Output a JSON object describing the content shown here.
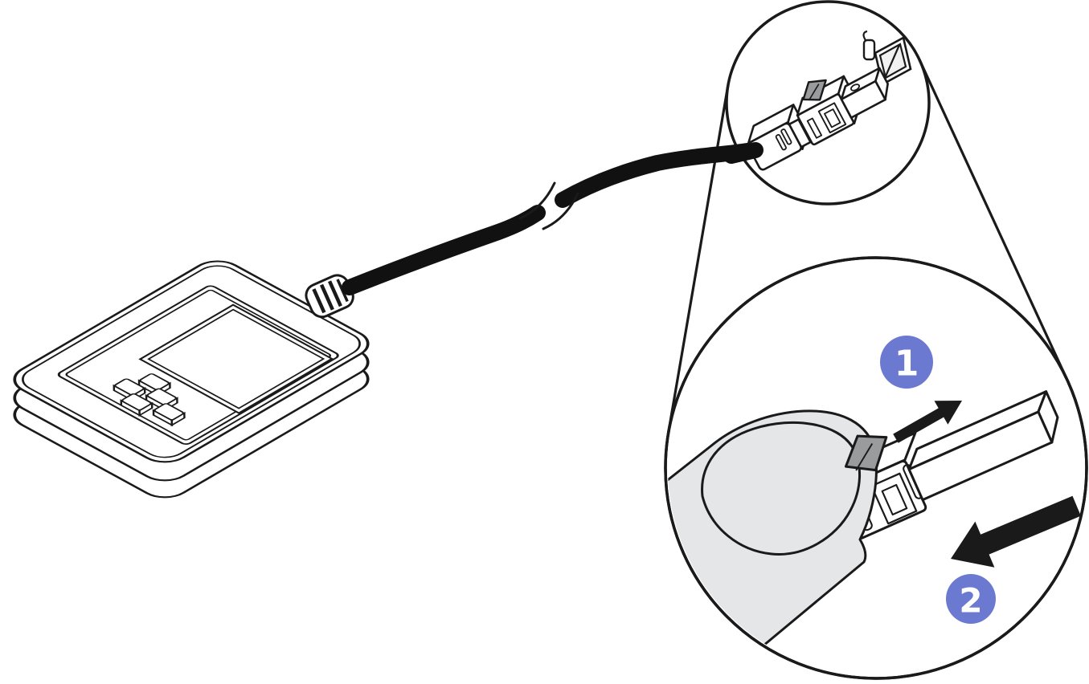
{
  "figure": {
    "kind": "hardware-callout-illustration",
    "badges": {
      "step1": "1",
      "step2": "2"
    },
    "colors": {
      "background": "#ffffff",
      "line": "#1a1a1a",
      "badge_fill": "#6b79d1",
      "badge_text": "#ffffff",
      "finger_fill": "#e4e6e7",
      "latch_fill": "#9a9b9d",
      "port_fill": "#f0f0f0",
      "cable_fill": "#111111"
    }
  }
}
